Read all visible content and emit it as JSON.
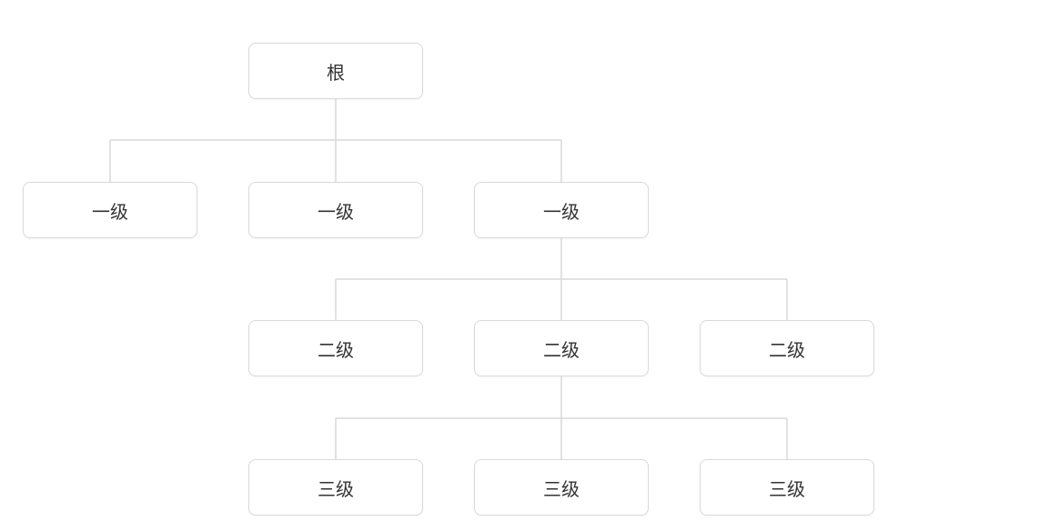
{
  "diagram": {
    "type": "tree",
    "background_color": "#ffffff",
    "node_fill_color": "#ffffff",
    "node_border_color": "#d9d9d9",
    "connector_color": "#d9d9d9",
    "node_text_color": "#333333",
    "nodes": [
      {
        "id": "root",
        "label": "根",
        "level": 0,
        "parent": null
      },
      {
        "id": "level1-1",
        "label": "一级",
        "level": 1,
        "parent": "root"
      },
      {
        "id": "level1-2",
        "label": "一级",
        "level": 1,
        "parent": "root"
      },
      {
        "id": "level1-3",
        "label": "一级",
        "level": 1,
        "parent": "root"
      },
      {
        "id": "level2-1",
        "label": "二级",
        "level": 2,
        "parent": "level1-3"
      },
      {
        "id": "level2-2",
        "label": "二级",
        "level": 2,
        "parent": "level1-3"
      },
      {
        "id": "level2-3",
        "label": "二级",
        "level": 2,
        "parent": "level1-3"
      },
      {
        "id": "level3-1",
        "label": "三级",
        "level": 3,
        "parent": "level2-2"
      },
      {
        "id": "level3-2",
        "label": "三级",
        "level": 3,
        "parent": "level2-2"
      },
      {
        "id": "level3-3",
        "label": "三级",
        "level": 3,
        "parent": "level2-2"
      }
    ],
    "edges": [
      {
        "from": "root",
        "to": "level1-1"
      },
      {
        "from": "root",
        "to": "level1-2"
      },
      {
        "from": "root",
        "to": "level1-3"
      },
      {
        "from": "level1-3",
        "to": "level2-1"
      },
      {
        "from": "level1-3",
        "to": "level2-2"
      },
      {
        "from": "level1-3",
        "to": "level2-3"
      },
      {
        "from": "level2-2",
        "to": "level3-1"
      },
      {
        "from": "level2-2",
        "to": "level3-2"
      },
      {
        "from": "level2-2",
        "to": "level3-3"
      }
    ]
  }
}
